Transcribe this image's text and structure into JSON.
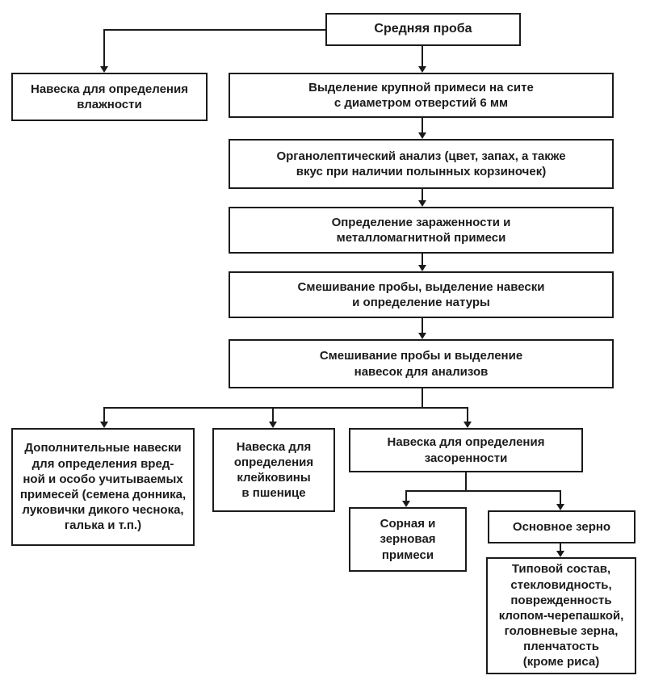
{
  "page": {
    "background": "#ffffff",
    "line_color": "#1b1b1b",
    "box_background": "#ffffff"
  },
  "nodes": {
    "average_sample": {
      "label": "Средняя проба"
    },
    "moisture": {
      "label": "Навеска для определения\nвлажности"
    },
    "sieve": {
      "label": "Выделение крупной примеси на сите\nс диаметром отверстий 6 мм"
    },
    "organoleptic": {
      "label": "Органолептический анализ (цвет, запах, а также\nвкус при наличии полынных корзиночек)"
    },
    "infestation": {
      "label": "Определение зараженности и\nметалломагнитной примеси"
    },
    "mixing_nature": {
      "label": "Смешивание пробы, выделение навески\nи определение натуры"
    },
    "mixing_portions": {
      "label": "Смешивание пробы и выделение\nнавесок для анализов"
    },
    "additional_portions": {
      "label": "Дополнительные навески\nдля определения вред-\nной и особо учитываемых\nпримесей (семена донника,\nлуковички дикого чеснока,\nгалька и т.п.)"
    },
    "gluten": {
      "label": "Навеска для\nопределения\nклейковины\nв пшенице"
    },
    "contamination": {
      "label": "Навеска для определения\nзасоренности"
    },
    "weed_grain_impurities": {
      "label": "Сорная и\nзерновая\nпримеси"
    },
    "main_grain": {
      "label": "Основное зерно"
    },
    "typical_composition": {
      "label": "Типовой состав,\nстекловидность,\nповрежденность\nклопом-черепашкой,\nголовневые зерна,\nпленчатость\n(кроме риса)"
    }
  },
  "edges": [
    {
      "from": "average_sample",
      "to": "moisture"
    },
    {
      "from": "average_sample",
      "to": "sieve"
    },
    {
      "from": "sieve",
      "to": "organoleptic"
    },
    {
      "from": "organoleptic",
      "to": "infestation"
    },
    {
      "from": "infestation",
      "to": "mixing_nature"
    },
    {
      "from": "mixing_nature",
      "to": "mixing_portions"
    },
    {
      "from": "mixing_portions",
      "to": "additional_portions"
    },
    {
      "from": "mixing_portions",
      "to": "gluten"
    },
    {
      "from": "mixing_portions",
      "to": "contamination"
    },
    {
      "from": "contamination",
      "to": "weed_grain_impurities"
    },
    {
      "from": "contamination",
      "to": "main_grain"
    },
    {
      "from": "main_grain",
      "to": "typical_composition"
    }
  ]
}
